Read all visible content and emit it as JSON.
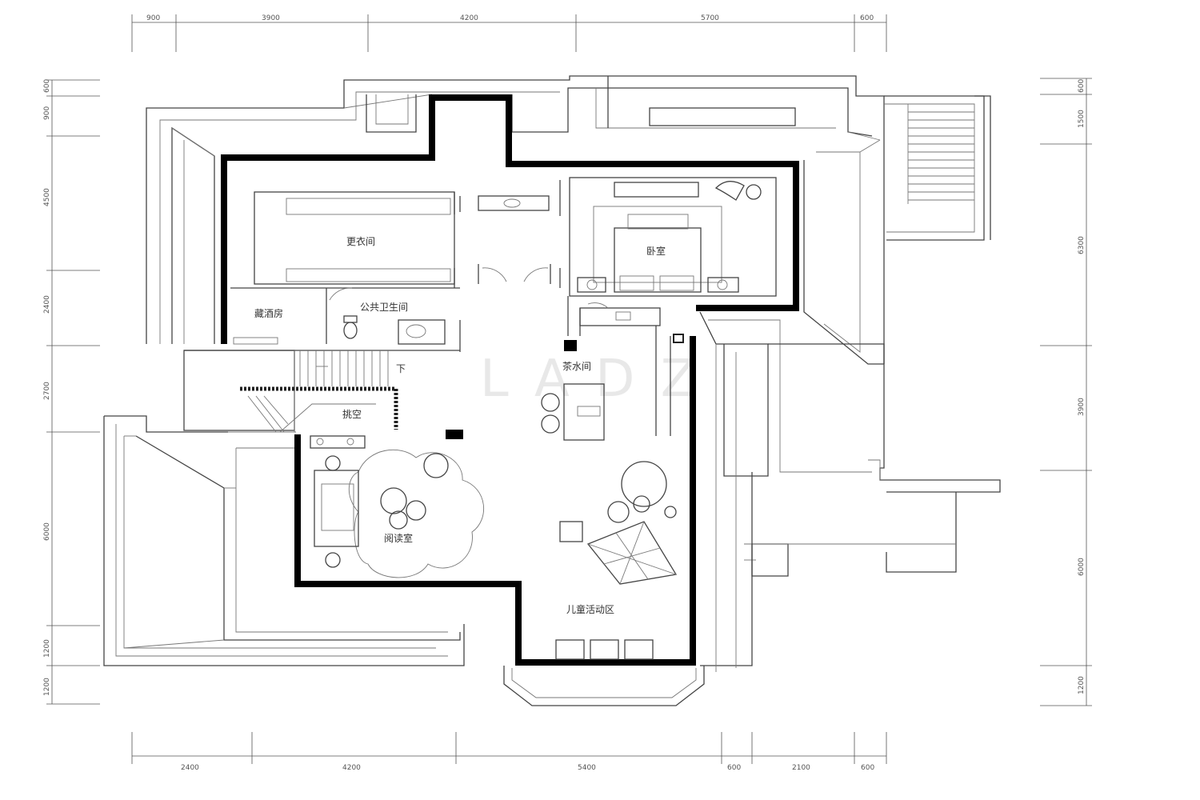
{
  "dimensions": {
    "top": [
      "900",
      "3900",
      "4200",
      "5700",
      "600"
    ],
    "bottom": [
      "2400",
      "4200",
      "5400",
      "600",
      "2100",
      "600"
    ],
    "left": [
      "600",
      "900",
      "4500",
      "2400",
      "2700",
      "6000",
      "1200",
      "1200"
    ],
    "right": [
      "600",
      "1500",
      "6300",
      "3900",
      "6000",
      "1200"
    ]
  },
  "rooms": {
    "wardrobe": "更衣间",
    "bedroom": "卧室",
    "storage": "藏酒房",
    "public_bath": "公共卫生间",
    "tea_room": "茶水间",
    "stairs_down": "下",
    "void": "挑空",
    "reading_room": "阅读室",
    "kids_area": "儿童活动区"
  },
  "colors": {
    "wall": "#000000",
    "line": "#444444",
    "background": "#ffffff"
  }
}
